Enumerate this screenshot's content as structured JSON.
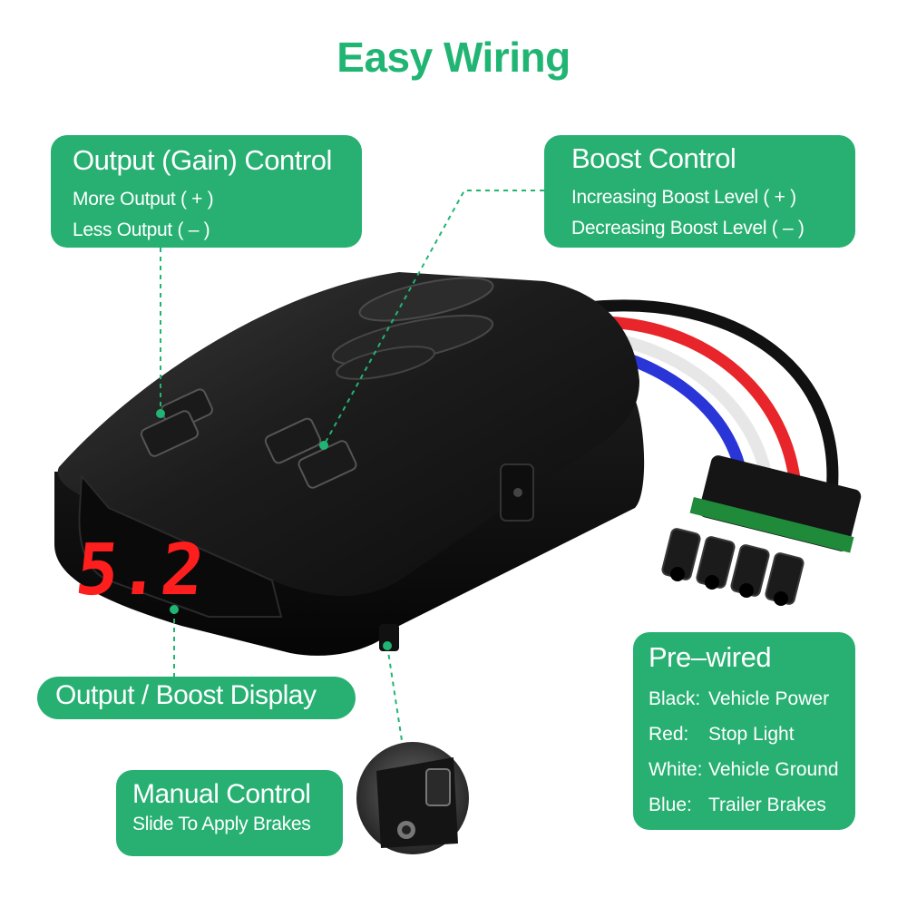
{
  "title": "Easy Wiring",
  "colors": {
    "accent": "#21b573",
    "card": "#27b072",
    "display_digits": "#ff1e1e",
    "wire_black": "#111111",
    "wire_red": "#e8252a",
    "wire_white": "#f2f2f2",
    "wire_blue": "#2a35d8",
    "connector_seal": "#1f8a3a"
  },
  "callouts": {
    "gain": {
      "heading": "Output (Gain) Control",
      "lines": [
        "More Output ( + )",
        "Less Output ( – )"
      ]
    },
    "boost": {
      "heading": "Boost Control",
      "lines": [
        "Increasing Boost Level ( + )",
        "Decreasing Boost Level  ( – )"
      ]
    },
    "display": {
      "heading": "Output / Boost Display"
    },
    "manual": {
      "heading": "Manual Control",
      "lines": [
        "Slide To Apply Brakes"
      ]
    },
    "prewired": {
      "heading": "Pre–wired",
      "wires": [
        {
          "color": "Black:",
          "function": "Vehicle Power"
        },
        {
          "color": "Red:",
          "function": "Stop Light"
        },
        {
          "color": "White:",
          "function": "Vehicle Ground"
        },
        {
          "color": "Blue:",
          "function": "Trailer Brakes"
        }
      ]
    }
  },
  "device": {
    "display_value": "5.2"
  }
}
